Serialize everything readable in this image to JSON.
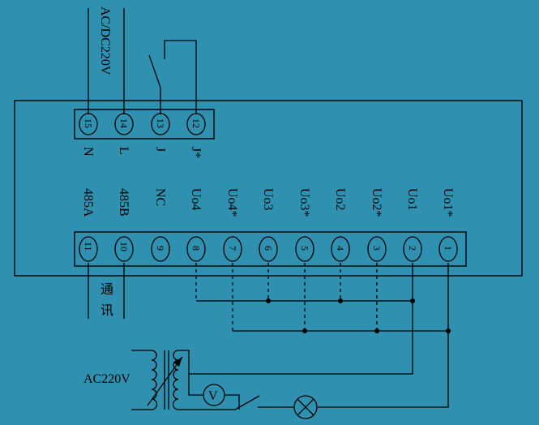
{
  "supply_label": "AC/DC220V",
  "ac_source_label": "AC220V",
  "meter_label": "V",
  "comm_label": [
    "通",
    "讯"
  ],
  "top_terminals": [
    {
      "num": "15",
      "label": "N"
    },
    {
      "num": "14",
      "label": "L"
    },
    {
      "num": "13",
      "label": "J"
    },
    {
      "num": "12",
      "label": "J*"
    }
  ],
  "bottom_terminals": [
    {
      "num": "11",
      "label": "485A"
    },
    {
      "num": "10",
      "label": "485B"
    },
    {
      "num": "9",
      "label": "NC"
    },
    {
      "num": "8",
      "label": "Uo4"
    },
    {
      "num": "7",
      "label": "Uo4*"
    },
    {
      "num": "6",
      "label": "Uo3"
    },
    {
      "num": "5",
      "label": "Uo3*"
    },
    {
      "num": "4",
      "label": "Uo2"
    },
    {
      "num": "3",
      "label": "Uo2*"
    },
    {
      "num": "2",
      "label": "Uo1"
    },
    {
      "num": "1",
      "label": "Uo1*"
    }
  ],
  "colors": {
    "background": "#2f90b0",
    "line": "#000000"
  }
}
